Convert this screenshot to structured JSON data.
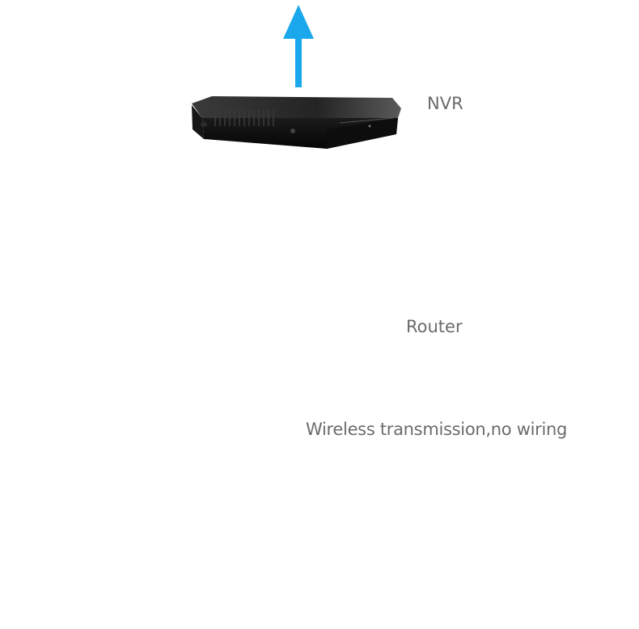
{
  "labels": {
    "nvr": "NVR",
    "router": "Router",
    "wireless": "Wireless transmission,no wiring"
  },
  "colors": {
    "arrow": "#1aa7ec",
    "connector": "#c8c8c8",
    "text": "#6b6b6b"
  },
  "devices": {
    "nvr": "nvr-recorder-icon",
    "router": "wifi-router-icon",
    "cameras": [
      "ip-camera-icon",
      "ip-camera-icon",
      "ip-camera-icon",
      "ip-camera-icon"
    ]
  }
}
